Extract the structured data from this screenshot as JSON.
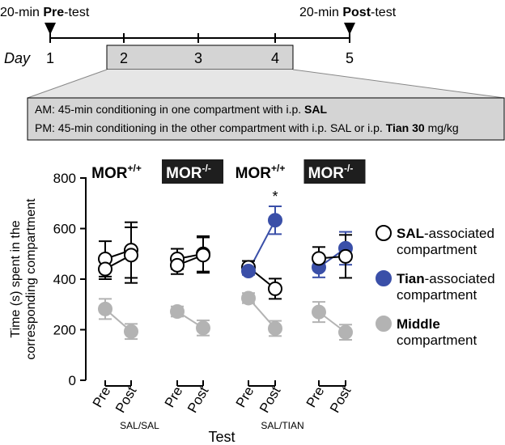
{
  "timeline": {
    "pre": {
      "prefix": "20-min ",
      "bold": "Pre",
      "suffix": "-test"
    },
    "post": {
      "prefix": "20-min ",
      "bold": "Post",
      "suffix": "-test"
    },
    "day_label": "Day",
    "days": [
      "1",
      "2",
      "3",
      "4",
      "5"
    ]
  },
  "protocol": {
    "am": {
      "text": "AM: 45-min conditioning in one compartment with i.p. ",
      "bold": "SAL"
    },
    "pm": {
      "text": "PM: 45-min conditioning in the other compartment with i.p. SAL or i.p. ",
      "bold": "Tian 30",
      "suffix": " mg/kg"
    }
  },
  "colors": {
    "sal": "#ffffff",
    "tian": "#3a4fa8",
    "middle": "#b3b3b3",
    "black": "#000000",
    "grey_box": "#d4d4d4"
  },
  "chart_data": {
    "type": "scatter",
    "ylabel": [
      "Time (s) spent in the",
      "corresponding compartment"
    ],
    "xlabel": "Test",
    "ylim": [
      0,
      800
    ],
    "yticks": [
      0,
      200,
      400,
      600,
      800
    ],
    "panels": [
      {
        "genotype": "MOR",
        "sup": "+/+",
        "style": "plain"
      },
      {
        "genotype": "MOR",
        "sup": "-/-",
        "style": "boxed"
      },
      {
        "genotype": "MOR",
        "sup": "+/+",
        "style": "plain"
      },
      {
        "genotype": "MOR",
        "sup": "-/-",
        "style": "boxed"
      }
    ],
    "tick_labels": [
      "Pre",
      "Post"
    ],
    "groups": [
      {
        "label": "SAL/SAL",
        "panels": [
          0,
          1
        ]
      },
      {
        "label": "SAL/TIAN",
        "panels": [
          2,
          3
        ]
      }
    ],
    "series": [
      {
        "key": "sal_a",
        "color": "sal",
        "line": "black",
        "panel": 0,
        "values": [
          480,
          515
        ],
        "err": [
          70,
          110
        ]
      },
      {
        "key": "sal_b",
        "color": "sal",
        "line": "black",
        "panel": 0,
        "values": [
          440,
          495
        ],
        "err": [
          40,
          110
        ]
      },
      {
        "key": "middle",
        "color": "middle",
        "line": "middle",
        "panel": 0,
        "values": [
          282,
          193
        ],
        "err": [
          40,
          30
        ]
      },
      {
        "key": "sal_a",
        "color": "sal",
        "line": "black",
        "panel": 1,
        "values": [
          480,
          500
        ],
        "err": [
          40,
          70
        ]
      },
      {
        "key": "sal_b",
        "color": "sal",
        "line": "black",
        "panel": 1,
        "values": [
          455,
          495
        ],
        "err": [
          35,
          70
        ]
      },
      {
        "key": "middle",
        "color": "middle",
        "line": "middle",
        "panel": 1,
        "values": [
          272,
          207
        ],
        "err": [
          20,
          30
        ]
      },
      {
        "key": "sal",
        "color": "sal",
        "line": "black",
        "panel": 2,
        "values": [
          447,
          362
        ],
        "err": [
          25,
          40
        ]
      },
      {
        "key": "tian",
        "color": "tian",
        "line": "tian",
        "panel": 2,
        "values": [
          432,
          633
        ],
        "err": [
          15,
          55
        ]
      },
      {
        "key": "middle",
        "color": "middle",
        "line": "middle",
        "panel": 2,
        "values": [
          325,
          205
        ],
        "err": [
          20,
          30
        ]
      },
      {
        "key": "tian",
        "color": "tian",
        "line": "tian",
        "panel": 3,
        "values": [
          447,
          522
        ],
        "err": [
          40,
          65
        ]
      },
      {
        "key": "sal",
        "color": "sal",
        "line": "black",
        "panel": 3,
        "values": [
          482,
          490
        ],
        "err": [
          45,
          85
        ]
      },
      {
        "key": "middle",
        "color": "middle",
        "line": "middle",
        "panel": 3,
        "values": [
          270,
          190
        ],
        "err": [
          40,
          30
        ]
      }
    ],
    "annotations": [
      {
        "text": "*",
        "panel": 2,
        "point": 1
      }
    ],
    "legend": [
      {
        "color": "sal",
        "bold": "SAL",
        "text": "-associated",
        "line2": "compartment"
      },
      {
        "color": "tian",
        "bold": "Tian",
        "text": "-associated",
        "line2": "compartment"
      },
      {
        "color": "middle",
        "bold": "Middle",
        "text": "",
        "line2": "compartment"
      }
    ]
  }
}
